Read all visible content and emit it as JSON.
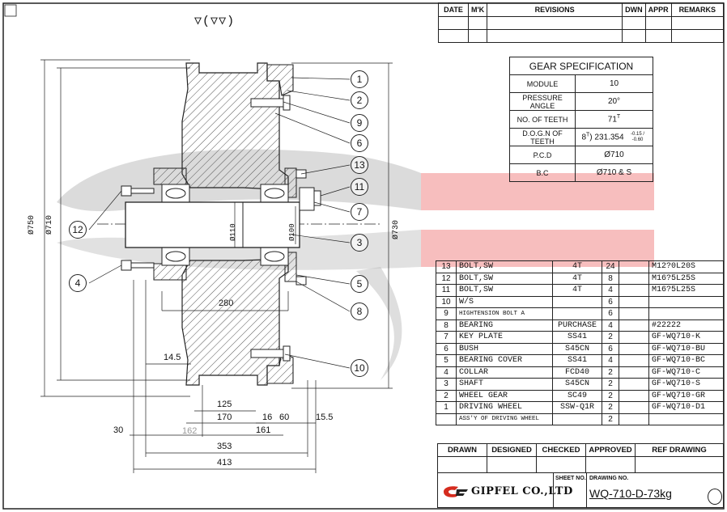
{
  "colors": {
    "line": "#222222",
    "hatch": "#444444",
    "watermark_red": "#f4a8a8",
    "watermark_gray": "#bdbdbd",
    "logo_red": "#d52b1e"
  },
  "revisions": {
    "headers": [
      "DATE",
      "M'K",
      "REVISIONS",
      "DWN",
      "APPR",
      "REMARKS"
    ]
  },
  "gear_spec": {
    "title": "GEAR SPECIFICATION",
    "rows": [
      {
        "label": "MODULE",
        "value": "10",
        "sup": "",
        "tol": ""
      },
      {
        "label": "PRESSURE ANGLE",
        "value": "20°",
        "sup": "",
        "tol": ""
      },
      {
        "label": "NO. OF TEETH",
        "value": "71",
        "sup": "T",
        "tol": ""
      },
      {
        "label": "D.O.G.N OF TEETH",
        "value": "8",
        "sup": "T",
        "value2": ") 231.354",
        "tol": "-0.15 / -0.60"
      },
      {
        "label": "P.C.D",
        "value": "Ø710",
        "sup": "",
        "tol": ""
      },
      {
        "label": "B.C",
        "value": "Ø710 & S",
        "sup": "",
        "tol": ""
      }
    ]
  },
  "parts": [
    {
      "no": "13",
      "name": "BOLT,SW",
      "material": "4T",
      "qty": "24",
      "spec": "M12?0L20S"
    },
    {
      "no": "12",
      "name": "BOLT,SW",
      "material": "4T",
      "qty": "8",
      "spec": "M16?5L25S"
    },
    {
      "no": "11",
      "name": "BOLT,SW",
      "material": "4T",
      "qty": "4",
      "spec": "M16?5L25S"
    },
    {
      "no": "10",
      "name": "W/S",
      "material": "",
      "qty": "6",
      "spec": ""
    },
    {
      "no": "9",
      "name": "HIGHTENSION BOLT A",
      "material": "",
      "qty": "6",
      "spec": ""
    },
    {
      "no": "8",
      "name": "BEARING",
      "material": "PURCHASE",
      "qty": "4",
      "spec": "#22222"
    },
    {
      "no": "7",
      "name": "KEY PLATE",
      "material": "SS41",
      "qty": "2",
      "spec": "GF-WQ710-K"
    },
    {
      "no": "6",
      "name": "BUSH",
      "material": "S45CN",
      "qty": "6",
      "spec": "GF-WQ710-BU"
    },
    {
      "no": "5",
      "name": "BEARING COVER",
      "material": "SS41",
      "qty": "4",
      "spec": "GF-WQ710-BC"
    },
    {
      "no": "4",
      "name": "COLLAR",
      "material": "FCD40",
      "qty": "2",
      "spec": "GF-WQ710-C"
    },
    {
      "no": "3",
      "name": "SHAFT",
      "material": "S45CN",
      "qty": "2",
      "spec": "GF-WQ710-S"
    },
    {
      "no": "2",
      "name": "WHEEL GEAR",
      "material": "SC49",
      "qty": "2",
      "spec": "GF-WQ710-GR"
    },
    {
      "no": "1",
      "name": "DRIVING WHEEL",
      "material": "SSW-Q1R",
      "qty": "2",
      "spec": "GF-WQ710-D1"
    },
    {
      "no": "",
      "name": "ASS'Y OF DRIVING WHEEL",
      "material": "",
      "qty": "2",
      "spec": ""
    }
  ],
  "title_block": {
    "headers": [
      "DRAWN",
      "DESIGNED",
      "CHECKED",
      "APPROVED",
      "REF DRAWING"
    ],
    "sheet_label": "SHEET NO.",
    "drawing_no_label": "DRAWING NO.",
    "company": "GIPFEL CO.,LTD",
    "drawing_no": "WQ-710-D-73kg"
  },
  "drawing": {
    "surface_symbol": "▽(▽▽)",
    "balloons": [
      "1",
      "2",
      "9",
      "6",
      "13",
      "11",
      "7",
      "3",
      "5",
      "8",
      "10",
      "12",
      "4"
    ],
    "dim_labels": {
      "d750": "Ø750",
      "d710": "Ø710",
      "d730": "Ø730",
      "d110": "Ø110",
      "d100": "Ø100",
      "l280": "280",
      "l14_5": "14.5",
      "l125": "125",
      "l170": "170",
      "l16": "16",
      "l60": "60",
      "l15_5": "15.5",
      "l30": "30",
      "l162": "162",
      "l161": "161",
      "l353": "353",
      "l413": "413"
    }
  }
}
